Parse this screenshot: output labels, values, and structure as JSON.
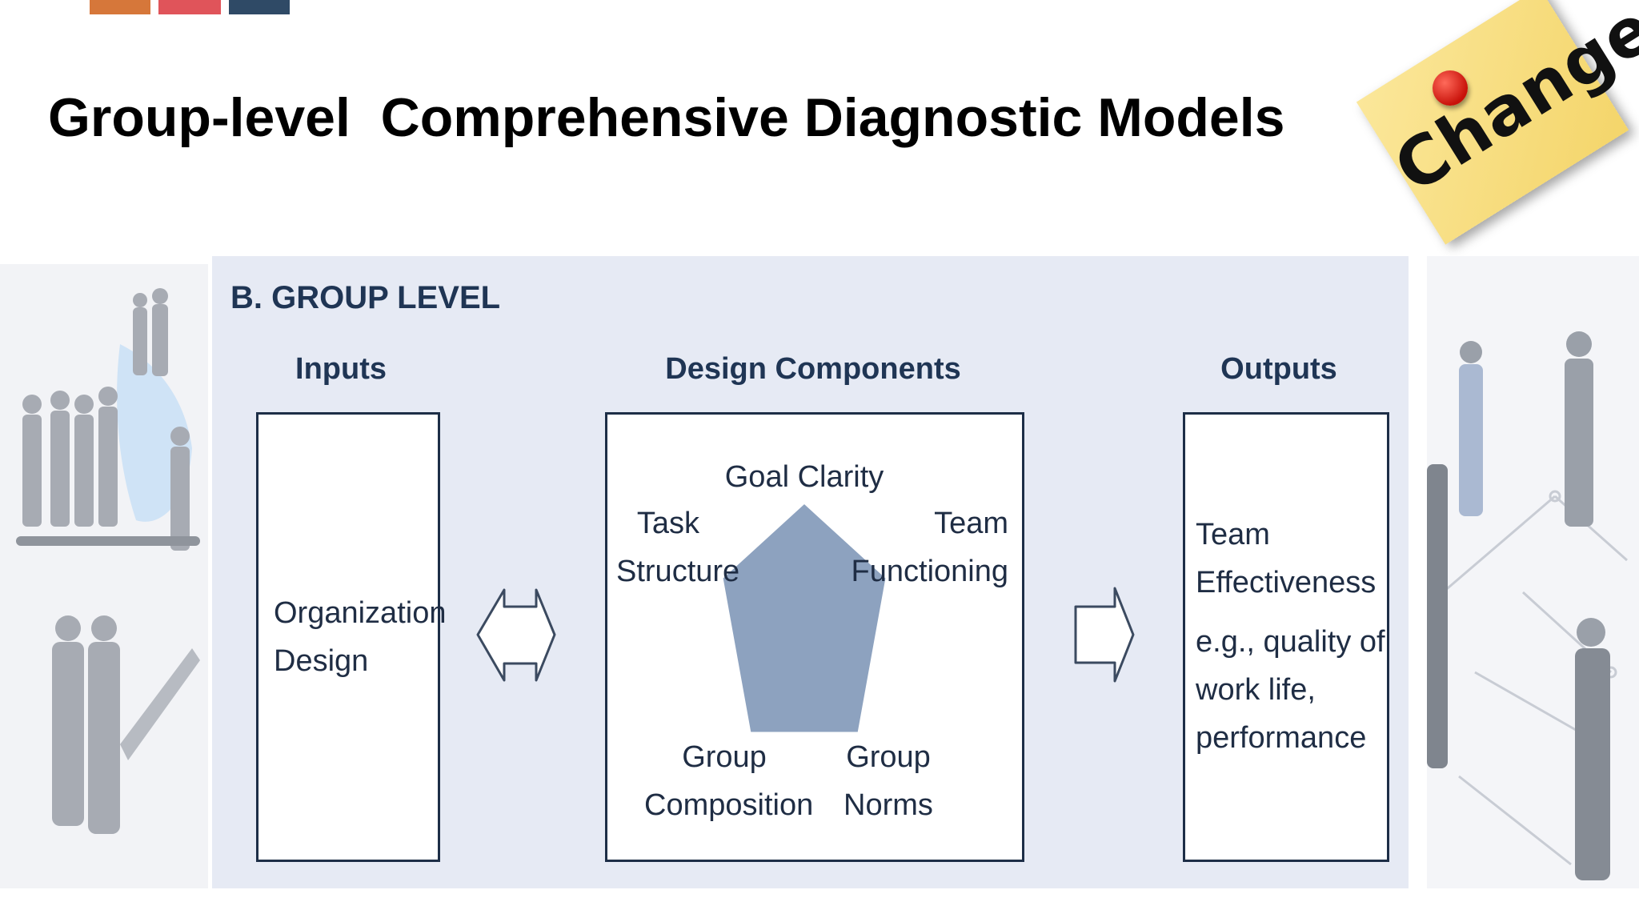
{
  "slide": {
    "title": "Group-level  Comprehensive Diagnostic Models",
    "sticky_note": "Change",
    "accent_colors": [
      "#d6773a",
      "#e0545a",
      "#2f4a66"
    ]
  },
  "diagram": {
    "section_label": "B. GROUP LEVEL",
    "columns": {
      "inputs": "Inputs",
      "design": "Design Components",
      "outputs": "Outputs"
    },
    "inputs": {
      "line1": "Organization",
      "line2": "Design"
    },
    "design_components": {
      "goal_clarity": "Goal Clarity",
      "task_structure_1": "Task",
      "task_structure_2": "Structure",
      "team_functioning_1": "Team",
      "team_functioning_2": "Functioning",
      "group_composition_1": "Group",
      "group_composition_2": "Composition",
      "group_norms_1": "Group",
      "group_norms_2": "Norms"
    },
    "outputs": {
      "line1": "Team",
      "line2": "Effectiveness",
      "line3": "e.g., quality of",
      "line4": "work life,",
      "line5": "performance"
    },
    "colors": {
      "pentagon": "#8da2bf",
      "panel": "#e6eaf4",
      "text": "#1f2d44"
    }
  }
}
